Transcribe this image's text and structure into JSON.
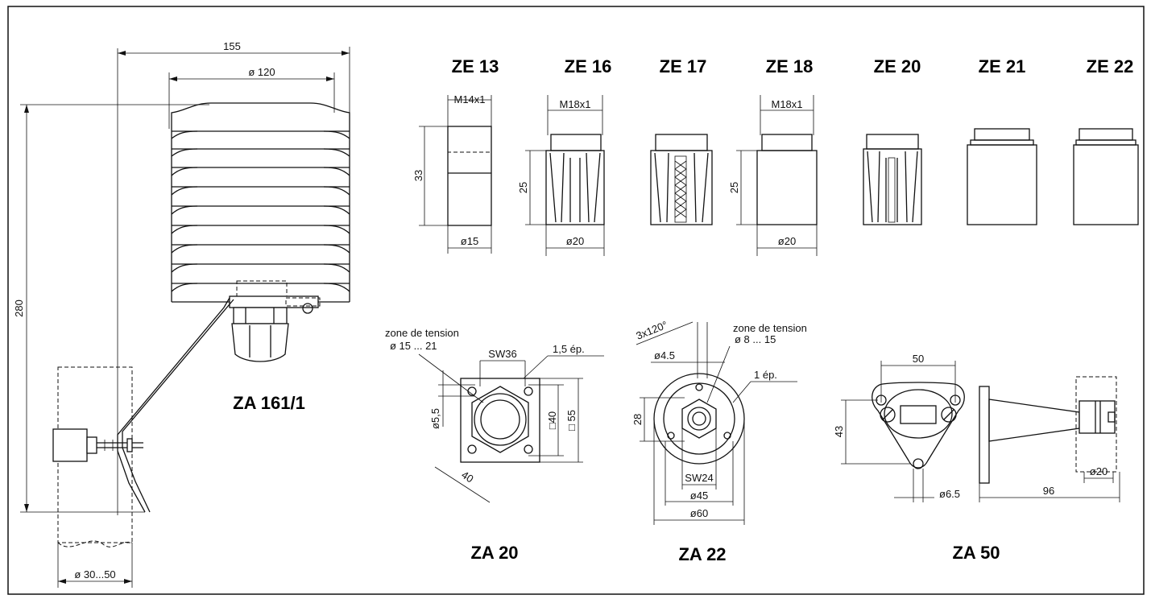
{
  "labels": {
    "za161": "ZA 161/1",
    "ze13": "ZE 13",
    "ze16": "ZE 16",
    "ze17": "ZE 17",
    "ze18": "ZE 18",
    "ze20": "ZE 20",
    "ze21": "ZE 21",
    "ze22": "ZE 22",
    "za20": "ZA 20",
    "za22": "ZA 22",
    "za50": "ZA 50"
  },
  "za161": {
    "d155": "155",
    "d120": "ø 120",
    "d280": "280",
    "d3050": "ø 30...50"
  },
  "ze13": {
    "thread": "M14x1",
    "h": "33",
    "dia": "ø15"
  },
  "ze16": {
    "thread": "M18x1",
    "h": "25",
    "dia": "ø20"
  },
  "ze18": {
    "thread": "M18x1",
    "h": "25",
    "dia": "ø20"
  },
  "za20": {
    "zone": "zone de tension",
    "zone_range": "ø 15  ...  21",
    "sw": "SW36",
    "thick": "1,5  ép.",
    "d55": "ø5,5",
    "d40sq": "□40",
    "d55sq": "□ 55",
    "d40": "40"
  },
  "za22": {
    "angle": "3x120°",
    "zone": "zone de tension",
    "zone_range": "ø  8  ...  15",
    "d45a": "ø4.5",
    "thick": "1 ép.",
    "d28": "28",
    "sw": "SW24",
    "d45": "ø45",
    "d60": "ø60"
  },
  "za50": {
    "d50": "50",
    "d43": "43",
    "d65": "ø6.5",
    "d96": "96",
    "d20": "ø20"
  }
}
